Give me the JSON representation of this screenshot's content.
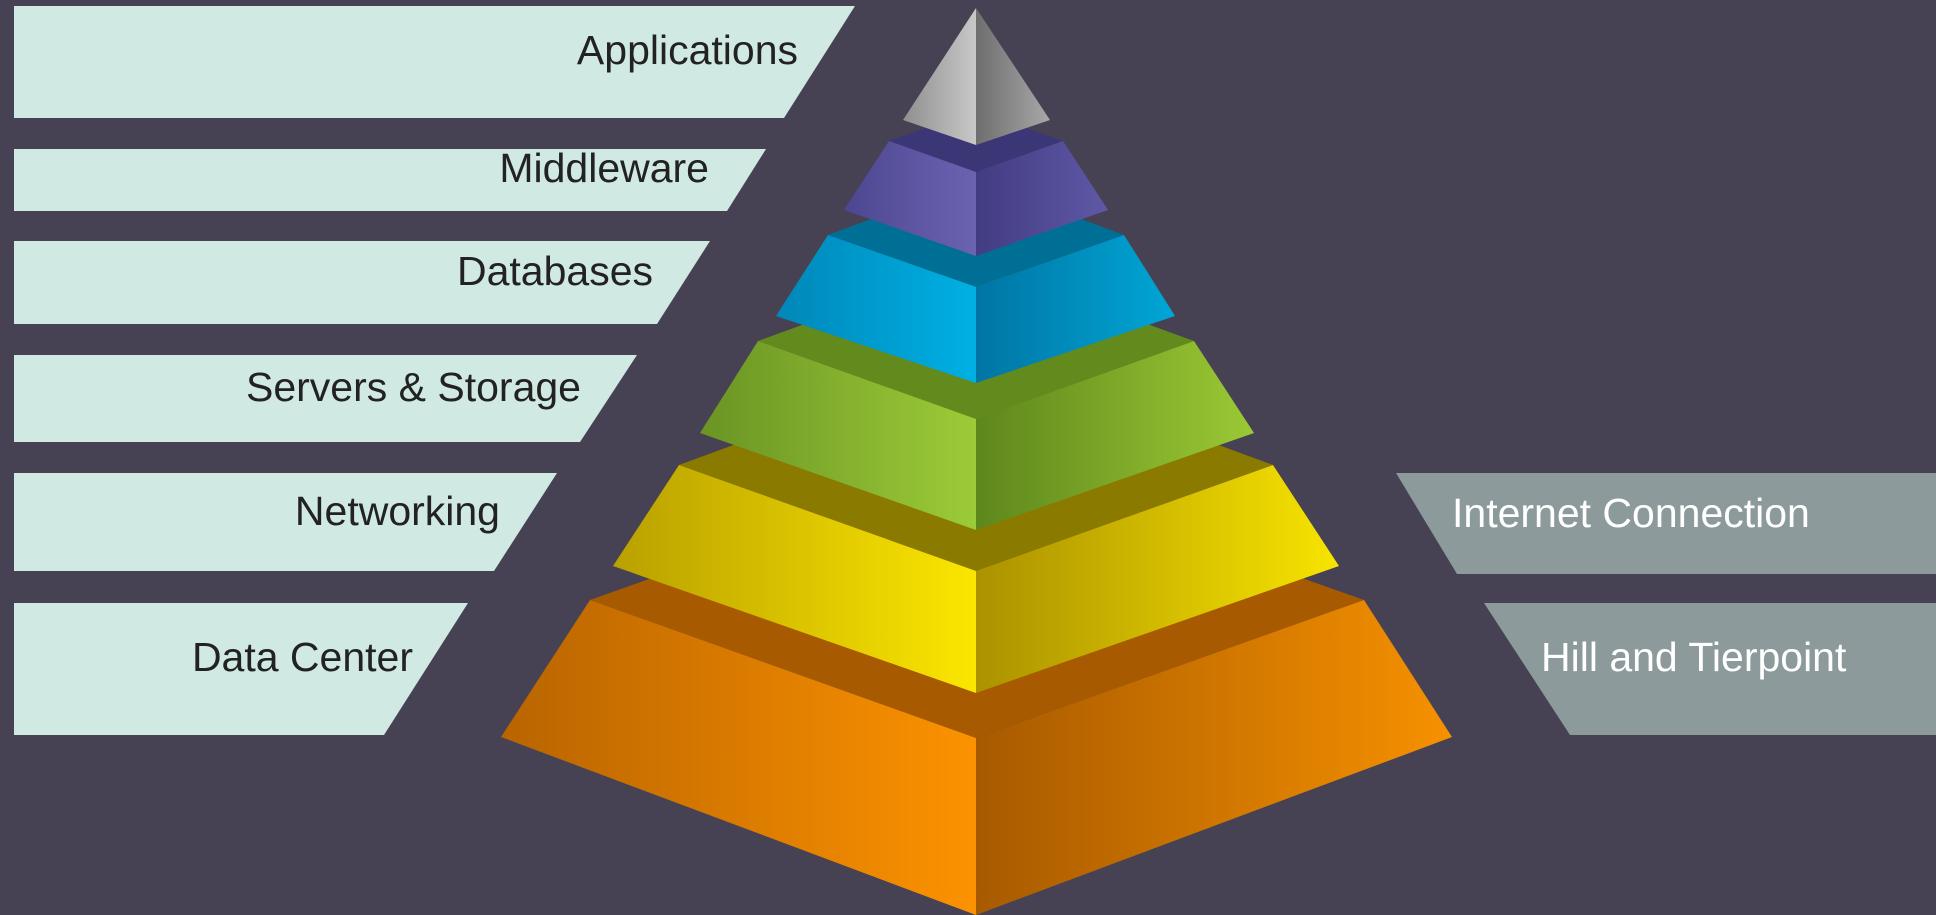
{
  "layers": [
    {
      "label": "Applications",
      "color": "#a6a6a6"
    },
    {
      "label": "Middleware",
      "color": "#5f57a8"
    },
    {
      "label": "Databases",
      "color": "#00a8dc"
    },
    {
      "label": "Servers & Storage",
      "color": "#97c83a"
    },
    {
      "label": "Networking",
      "color": "#f7e300"
    },
    {
      "label": "Data Center",
      "color": "#fb9300"
    }
  ],
  "providers": [
    {
      "label": "Internet Connection"
    },
    {
      "label": "Hill and Tierpoint"
    }
  ],
  "colors": {
    "background": "#464254",
    "left_tag_fill": "#d0e9e3",
    "right_tag_fill": "#8c9a9c"
  }
}
